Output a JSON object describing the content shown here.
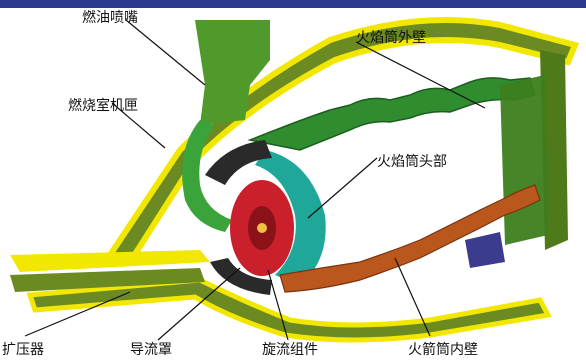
{
  "labels": {
    "fuel_nozzle": "燃油喷嘴",
    "combustor_casing": "燃烧室机匣",
    "liner_outer_wall": "火焰筒外壁",
    "liner_dome": "火焰筒头部",
    "diffuser": "扩压器",
    "cowl": "导流罩",
    "swirler_assembly": "旋流组件",
    "liner_inner_wall": "火箭筒内壁"
  },
  "colors": {
    "casing_green": "#5f7f1f",
    "casing_yellow": "#f2e700",
    "outer_wall_green": "#2e8a2e",
    "inner_wall_brown": "#b8561c",
    "dome_teal": "#20a89a",
    "swirler_red": "#c8202a",
    "dark_cowl": "#2a2a2a",
    "accent_blue": "#2b3a8f"
  }
}
